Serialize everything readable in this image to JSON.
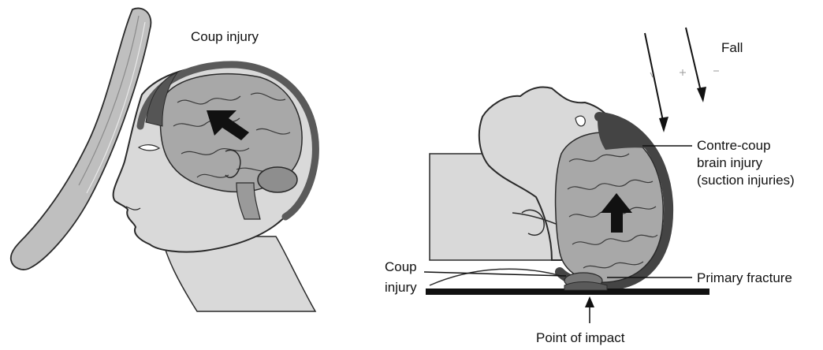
{
  "labels": {
    "coup_injury_left": "Coup injury",
    "fall": "Fall",
    "contre_coup_line1": "Contre-coup",
    "contre_coup_line2": "brain injury",
    "contre_coup_line3": "(suction injuries)",
    "coup_line1": "Coup",
    "coup_line2": "injury",
    "primary_fracture": "Primary fracture",
    "point_of_impact": "Point of impact"
  },
  "colors": {
    "skin": "#d9d9d9",
    "skull": "#5a5a5a",
    "brain": "#a8a8a8",
    "arrow": "#111111",
    "outline": "#2a2a2a"
  }
}
